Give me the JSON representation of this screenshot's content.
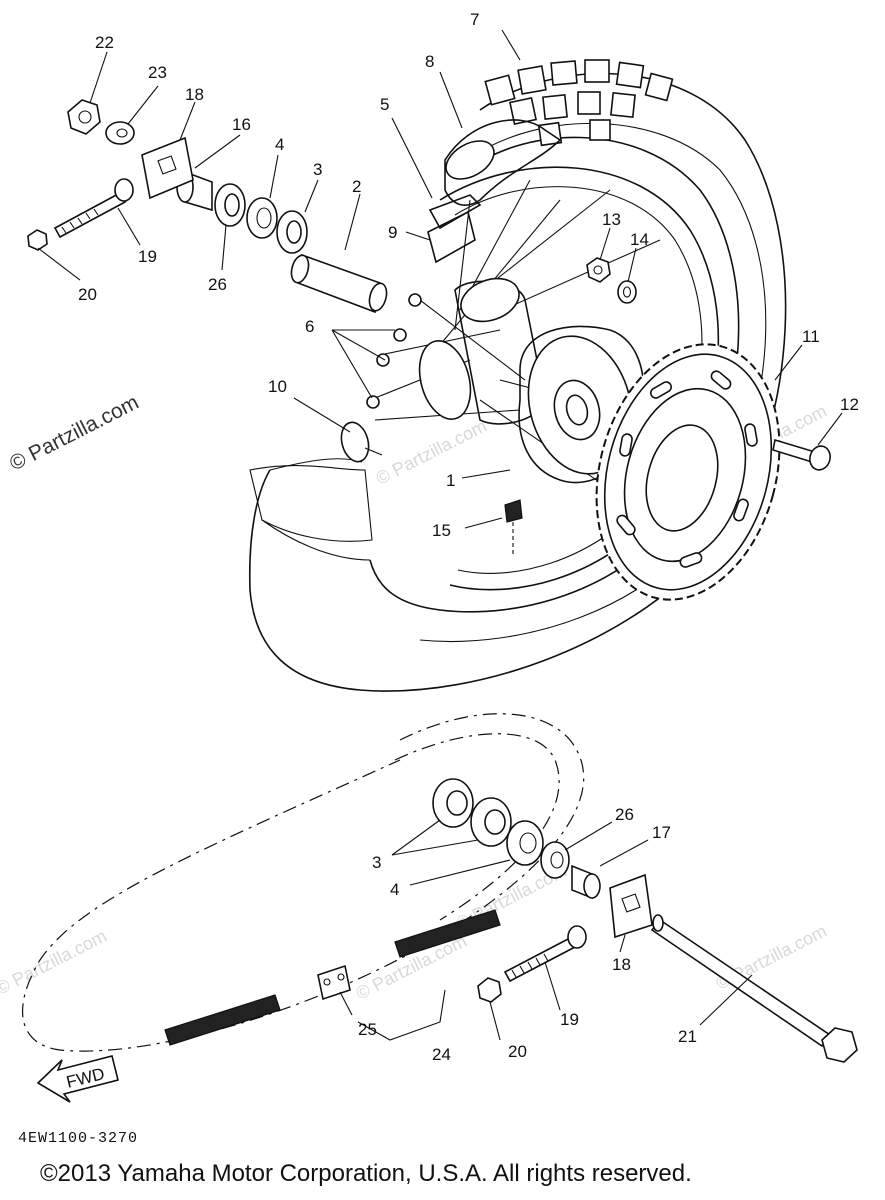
{
  "watermark": "© Partzilla.com",
  "diagram_code": "4EW1100-3270",
  "copyright": "©2013  Yamaha Motor Corporation, U.S.A. All rights reserved.",
  "fwd_label": "FWD",
  "callouts": {
    "c1": "1",
    "c2": "2",
    "c3a": "3",
    "c3b": "3",
    "c4a": "4",
    "c4b": "4",
    "c5": "5",
    "c6": "6",
    "c7": "7",
    "c8": "8",
    "c9": "9",
    "c10": "10",
    "c11": "11",
    "c12": "12",
    "c13": "13",
    "c14": "14",
    "c15": "15",
    "c16": "16",
    "c17": "17",
    "c18a": "18",
    "c18b": "18",
    "c19a": "19",
    "c19b": "19",
    "c20a": "20",
    "c20b": "20",
    "c21": "21",
    "c22": "22",
    "c23": "23",
    "c24": "24",
    "c25": "25",
    "c26a": "26",
    "c26b": "26"
  }
}
